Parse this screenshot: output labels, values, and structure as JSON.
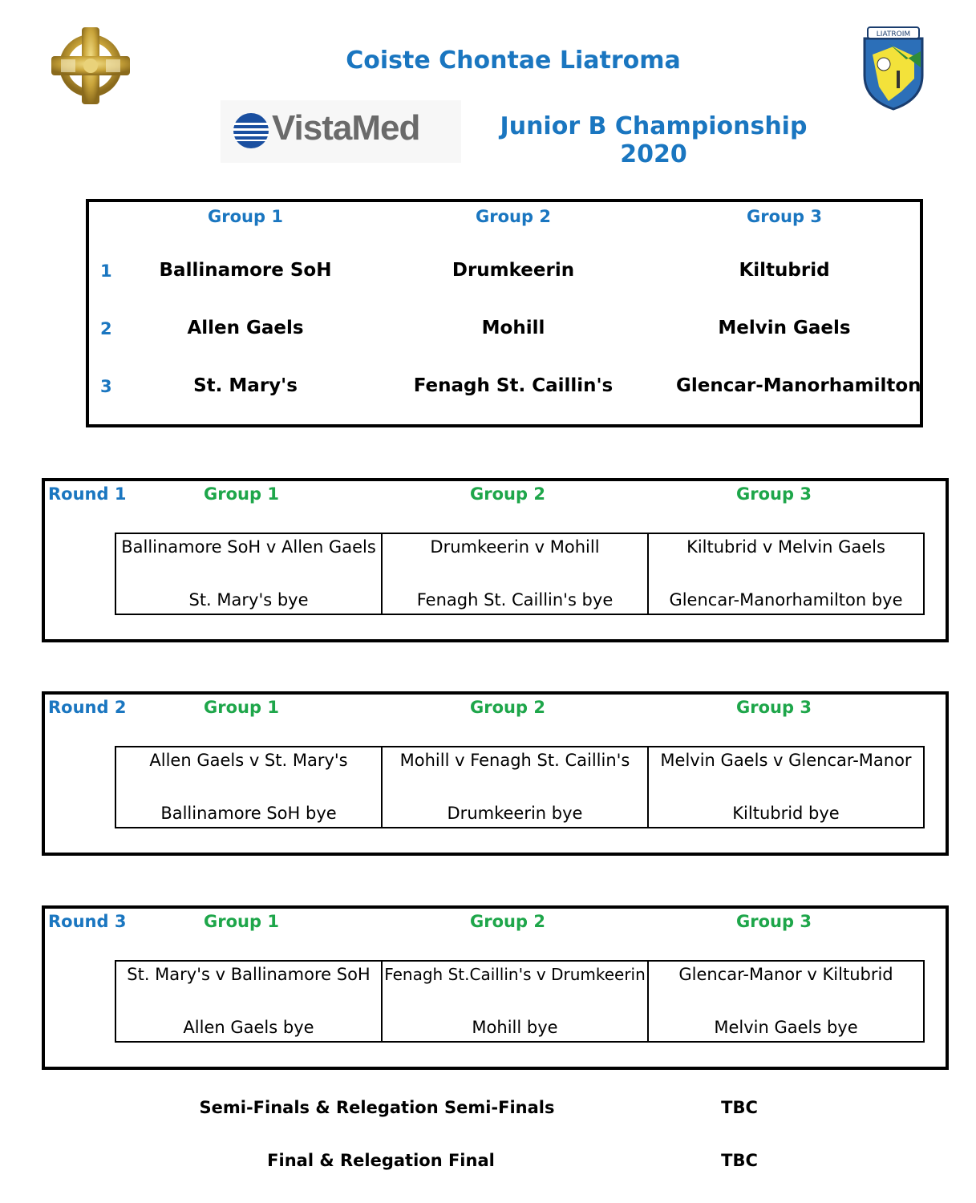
{
  "header": {
    "title": "Coiste Chontae Liatroma",
    "subtitle": "Junior B Championship 2020",
    "sponsor_name": "VistaMed",
    "crest_text": "LIATROIM",
    "colors": {
      "title_blue": "#1a76c0",
      "group_green": "#1ea64a"
    }
  },
  "groups": {
    "headers": [
      "Group 1",
      "Group 2",
      "Group 3"
    ],
    "rows": [
      {
        "num": "1",
        "teams": [
          "Ballinamore SoH",
          "Drumkeerin",
          "Kiltubrid"
        ]
      },
      {
        "num": "2",
        "teams": [
          "Allen Gaels",
          "Mohill",
          "Melvin Gaels"
        ]
      },
      {
        "num": "3",
        "teams": [
          "St. Mary's",
          "Fenagh St. Caillin's",
          "Glencar-Manorhamilton"
        ]
      }
    ]
  },
  "rounds": [
    {
      "label": "Round 1",
      "group_headers": [
        "Group 1",
        "Group 2",
        "Group 3"
      ],
      "fixtures": [
        {
          "match": "Ballinamore SoH v Allen Gaels",
          "bye": "St. Mary's bye"
        },
        {
          "match": "Drumkeerin v Mohill",
          "bye": "Fenagh St. Caillin's bye"
        },
        {
          "match": "Kiltubrid v Melvin Gaels",
          "bye": "Glencar-Manorhamilton bye"
        }
      ]
    },
    {
      "label": "Round 2",
      "group_headers": [
        "Group 1",
        "Group 2",
        "Group 3"
      ],
      "fixtures": [
        {
          "match": "Allen Gaels v St. Mary's",
          "bye": "Ballinamore SoH bye"
        },
        {
          "match": "Mohill v Fenagh St. Caillin's",
          "bye": "Drumkeerin bye"
        },
        {
          "match": "Melvin Gaels v Glencar-Manor",
          "bye": "Kiltubrid bye"
        }
      ]
    },
    {
      "label": "Round 3",
      "group_headers": [
        "Group 1",
        "Group 2",
        "Group 3"
      ],
      "fixtures": [
        {
          "match": "St. Mary's v Ballinamore SoH",
          "bye": "Allen Gaels bye"
        },
        {
          "match": "Fenagh St.Caillin's v Drumkeerin",
          "bye": "Mohill bye"
        },
        {
          "match": "Glencar-Manor v Kiltubrid",
          "bye": "Melvin Gaels bye"
        }
      ]
    }
  ],
  "footer": {
    "semis_label": "Semi-Finals & Relegation Semi-Finals",
    "semis_value": "TBC",
    "final_label": "Final & Relegation Final",
    "final_value": "TBC"
  }
}
